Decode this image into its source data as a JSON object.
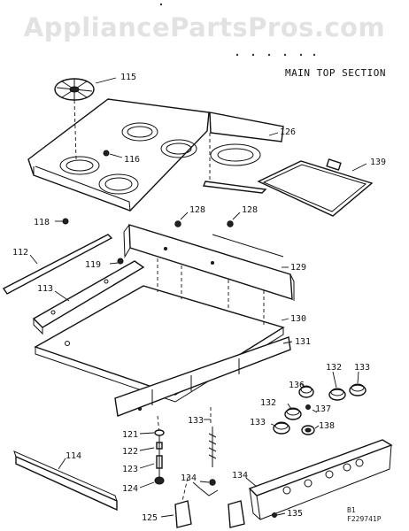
{
  "watermark": "AppliancePartsPros.com",
  "section_title": "MAIN TOP SECTION",
  "diagram_code": [
    "B1",
    "F229741P"
  ],
  "callouts": {
    "c115": "115",
    "c116": "116",
    "c118": "118",
    "c126": "126",
    "c139": "139",
    "c128a": "128",
    "c128b": "128",
    "c112": "112",
    "c119": "119",
    "c113": "113",
    "c129": "129",
    "c130": "130",
    "c131": "131",
    "c132a": "132",
    "c133a": "133",
    "c136": "136",
    "c132b": "132",
    "c137": "137",
    "c133b": "133",
    "c138": "138",
    "c133c": "133",
    "c121": "121",
    "c122": "122",
    "c123": "123",
    "c124": "124",
    "c114": "114",
    "c134a": "134",
    "c134b": "134",
    "c125": "125",
    "c135": "135"
  }
}
